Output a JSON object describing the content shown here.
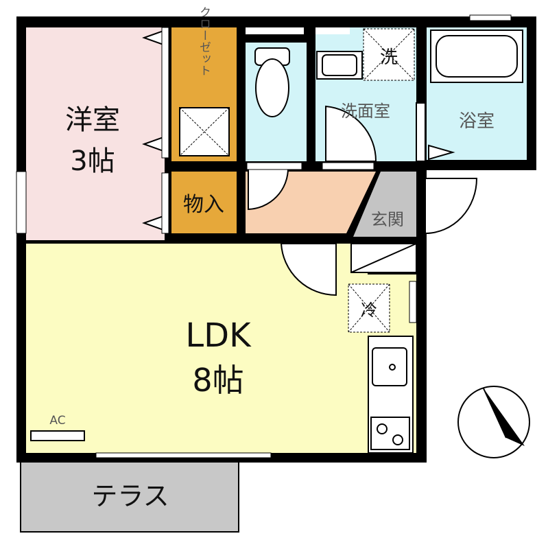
{
  "rooms": {
    "western_room": {
      "name": "洋室",
      "size": "3帖"
    },
    "closet": {
      "name": "クローゼット"
    },
    "storage": {
      "name": "物入"
    },
    "washroom": {
      "name": "洗面室"
    },
    "washer": {
      "name": "洗"
    },
    "bathroom": {
      "name": "浴室"
    },
    "entrance": {
      "name": "玄関"
    },
    "ldk": {
      "name": "LDK",
      "size": "8帖"
    },
    "fridge": {
      "name": "冷"
    },
    "ac": {
      "name": "AC"
    },
    "terrace": {
      "name": "テラス"
    }
  },
  "colors": {
    "western_room": "#f8e2e2",
    "closet": "#e6a83a",
    "wet_area": "#d2f4f8",
    "hall": "#f8d0b0",
    "entrance": "#c4c4c4",
    "ldk": "#fcfcc2",
    "terrace": "#c8c8c8",
    "wall": "#000000"
  },
  "compass": {
    "icon": "north-arrow-icon"
  }
}
